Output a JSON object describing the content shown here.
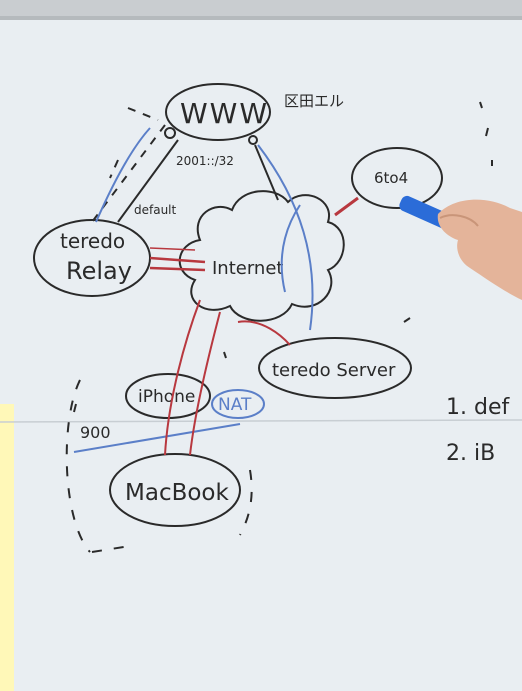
{
  "labels": {
    "www": "WWW",
    "kanji_note": "区田エル",
    "prefix": "2001::/32",
    "default": "default",
    "teredo_relay_line1": "teredo",
    "teredo_relay_line2": "Relay",
    "internet": "Internet",
    "six_to_four": "6to4",
    "teredo_server": "teredo Server",
    "iphone": "iPhone",
    "nat": "NAT",
    "port": "900",
    "macbook": "MacBook",
    "list_item_1": "1. def",
    "list_item_2": "2. iB"
  },
  "colors": {
    "whiteboard": "#e9eef2",
    "ink_black": "#2a2a2a",
    "ink_red": "#b8383f",
    "ink_blue": "#5b7fc8",
    "marker_blue": "#2b6cd8",
    "yellow_paper": "#fff8b8",
    "skin": "#e4b49a"
  }
}
